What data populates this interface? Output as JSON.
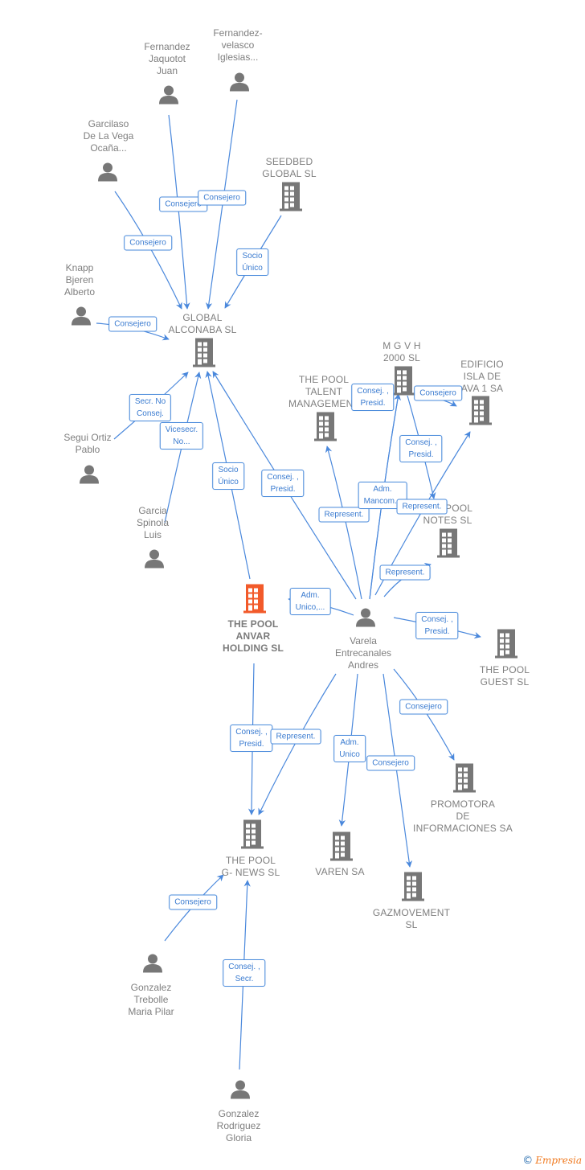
{
  "diagram": {
    "colors": {
      "edge": "#4a88dc",
      "edge_label_text": "#3a7bd0",
      "node_icon": "#777777",
      "focus_company": "#f25a2a",
      "node_text": "#7f7f7f"
    },
    "persons": [
      {
        "id": "fjj",
        "lines": [
          "Fernandez",
          "Jaquotot",
          "Juan"
        ]
      },
      {
        "id": "fvi",
        "lines": [
          "Fernandez-",
          "velasco",
          "Iglesias..."
        ]
      },
      {
        "id": "garcilaso",
        "lines": [
          "Garcilaso",
          "De La Vega",
          "Ocaña..."
        ]
      },
      {
        "id": "knapp",
        "lines": [
          "Knapp",
          "Bjeren",
          "Alberto"
        ]
      },
      {
        "id": "segui",
        "lines": [
          "Segui Ortiz",
          "Pablo"
        ]
      },
      {
        "id": "garcia",
        "lines": [
          "Garcia",
          "Spinola",
          "Luis"
        ]
      },
      {
        "id": "varela",
        "lines": [
          "Varela",
          "Entrecanales",
          "Andres"
        ]
      },
      {
        "id": "trebolle",
        "lines": [
          "Gonzalez",
          "Trebolle",
          "Maria Pilar"
        ]
      },
      {
        "id": "gloria",
        "lines": [
          "Gonzalez",
          "Rodriguez",
          "Gloria"
        ]
      }
    ],
    "companies": [
      {
        "id": "seedbed",
        "lines": [
          "SEEDBED",
          "GLOBAL  SL"
        ]
      },
      {
        "id": "alconaba",
        "lines": [
          "GLOBAL",
          "ALCONABA  SL"
        ]
      },
      {
        "id": "mgvh",
        "lines": [
          "M G V H",
          "2000 SL"
        ]
      },
      {
        "id": "edificio",
        "lines": [
          "EDIFICIO",
          "ISLA DE",
          "AVA 1 SA"
        ]
      },
      {
        "id": "talent",
        "lines": [
          "THE POOL",
          "TALENT",
          "MANAGEMENT"
        ]
      },
      {
        "id": "notes",
        "lines": [
          "THE POOL",
          "NOTES  SL"
        ]
      },
      {
        "id": "anvar",
        "lines": [
          "THE POOL",
          "ANVAR",
          "HOLDING  SL"
        ],
        "focus": true
      },
      {
        "id": "guest",
        "lines": [
          "THE POOL",
          "GUEST  SL"
        ]
      },
      {
        "id": "promotora",
        "lines": [
          "PROMOTORA",
          "DE",
          "INFORMACIONES SA"
        ]
      },
      {
        "id": "gnews",
        "lines": [
          "THE POOL",
          "G- NEWS  SL"
        ]
      },
      {
        "id": "varen",
        "lines": [
          "VAREN SA"
        ]
      },
      {
        "id": "gazmovement",
        "lines": [
          "GAZMOVEMENT",
          "SL"
        ]
      }
    ],
    "edges": [
      {
        "from": "fjj",
        "to": "alconaba",
        "label": [
          "Consejero"
        ]
      },
      {
        "from": "fvi",
        "to": "alconaba",
        "label": [
          "Consejero"
        ]
      },
      {
        "from": "garcilaso",
        "to": "alconaba",
        "label": [
          "Consejero"
        ]
      },
      {
        "from": "seedbed",
        "to": "alconaba",
        "label": [
          "Socio",
          "Único"
        ]
      },
      {
        "from": "knapp",
        "to": "alconaba",
        "label": [
          "Consejero"
        ]
      },
      {
        "from": "segui",
        "to": "alconaba",
        "label": [
          "Secr.  No",
          "Consej."
        ]
      },
      {
        "from": "garcia",
        "to": "alconaba",
        "label": [
          "Vicesecr.",
          "No..."
        ]
      },
      {
        "from": "anvar",
        "to": "alconaba",
        "label": [
          "Socio",
          "Único"
        ]
      },
      {
        "from": "varela",
        "to": "alconaba",
        "label": [
          "Consej. ,",
          "Presid."
        ]
      },
      {
        "from": "varela",
        "to": "talent",
        "label": [
          "Represent."
        ]
      },
      {
        "from": "varela",
        "to": "mgvh",
        "label": [
          "Adm.",
          "Mancom..."
        ]
      },
      {
        "from": "varela",
        "to": "mgvh",
        "label": [
          "Consej. ,",
          "Presid."
        ]
      },
      {
        "from": "mgvh",
        "to": "edificio",
        "label": [
          "Consejero"
        ]
      },
      {
        "from": "mgvh",
        "to": "notes",
        "label": [
          "Consej. ,",
          "Presid."
        ]
      },
      {
        "from": "varela",
        "to": "edificio",
        "label": [
          "Represent."
        ]
      },
      {
        "from": "varela",
        "to": "notes",
        "label": [
          "Represent."
        ]
      },
      {
        "from": "varela",
        "to": "anvar",
        "label": [
          "Adm.",
          "Unico,..."
        ]
      },
      {
        "from": "varela",
        "to": "guest",
        "label": [
          "Consej. ,",
          "Presid."
        ]
      },
      {
        "from": "varela",
        "to": "promotora",
        "label": [
          "Consejero"
        ]
      },
      {
        "from": "anvar",
        "to": "gnews",
        "label": [
          "Consej. ,",
          "Presid."
        ]
      },
      {
        "from": "varela",
        "to": "gnews",
        "label": [
          "Represent."
        ]
      },
      {
        "from": "varela",
        "to": "varen",
        "label": [
          "Adm.",
          "Unico"
        ]
      },
      {
        "from": "varela",
        "to": "gazmovement",
        "label": [
          "Consejero"
        ]
      },
      {
        "from": "trebolle",
        "to": "gnews",
        "label": [
          "Consejero"
        ]
      },
      {
        "from": "gloria",
        "to": "gnews",
        "label": [
          "Consej. ,",
          "Secr."
        ]
      }
    ]
  },
  "footer": {
    "copyright_symbol": "©",
    "brand": "Empresia"
  }
}
